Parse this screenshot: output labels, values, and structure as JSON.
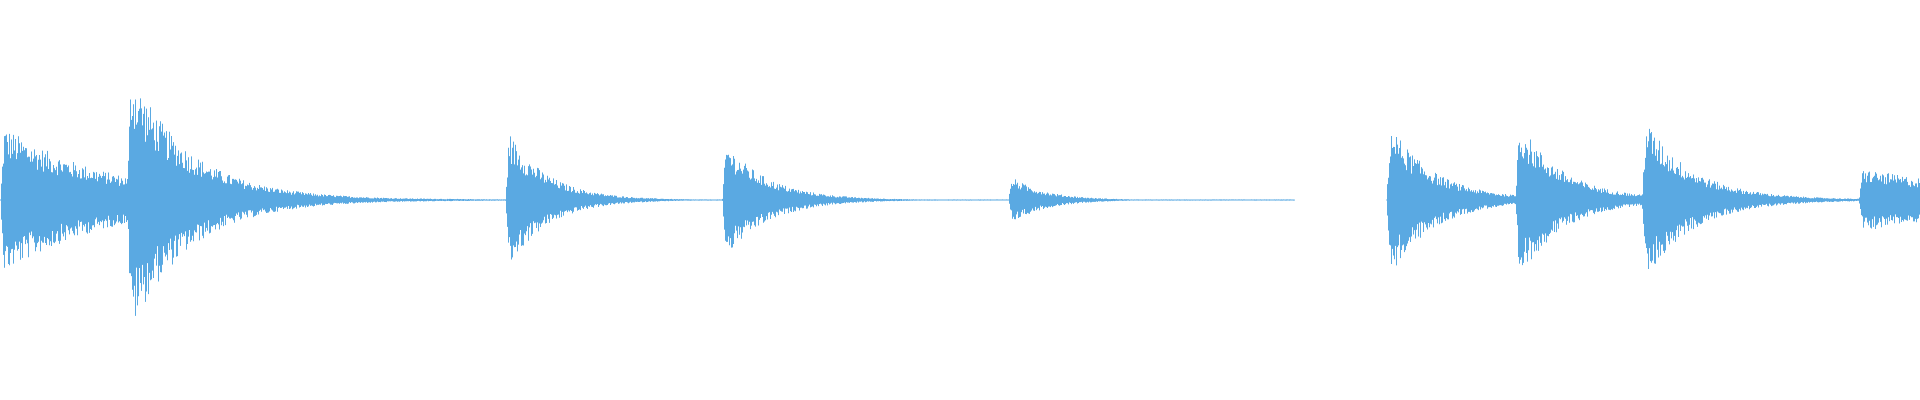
{
  "waveform": {
    "color": "#5aa9e2",
    "background": "#ffffff",
    "amplitude_range": [
      -1,
      1
    ],
    "onsets": [
      {
        "t": 0.0,
        "peak": 0.45,
        "decay": 0.055,
        "tail": 0.07
      },
      {
        "t": 0.066,
        "peak": 0.82,
        "decay": 0.03,
        "tail": 0.06
      },
      {
        "t": 0.263,
        "peak": 0.44,
        "decay": 0.02,
        "tail": 0.03
      },
      {
        "t": 0.376,
        "peak": 0.37,
        "decay": 0.022,
        "tail": 0.03
      },
      {
        "t": 0.525,
        "peak": 0.15,
        "decay": 0.018,
        "tail": 0.02
      },
      {
        "t": 0.722,
        "peak": 0.49,
        "decay": 0.022,
        "tail": 0.05
      },
      {
        "t": 0.789,
        "peak": 0.51,
        "decay": 0.022,
        "tail": 0.05
      },
      {
        "t": 0.855,
        "peak": 0.51,
        "decay": 0.024,
        "tail": 0.05
      },
      {
        "t": 0.968,
        "peak": 0.19,
        "decay": 0.08,
        "tail": 0.18
      }
    ],
    "silence": [
      0.674,
      0.722
    ]
  }
}
